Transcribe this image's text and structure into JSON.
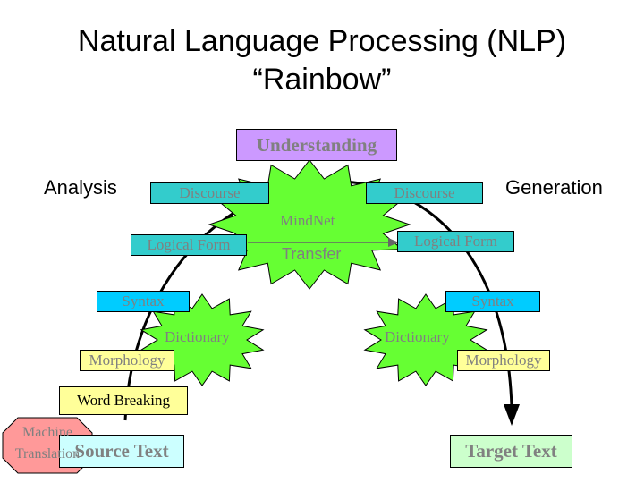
{
  "title": {
    "line1": "Natural Language Processing (NLP)",
    "line2": "“Rainbow”"
  },
  "top": {
    "understanding": "Understanding"
  },
  "sides": {
    "analysis": "Analysis",
    "generation": "Generation"
  },
  "analysis_levels": {
    "discourse": "Discourse",
    "logical_form": "Logical Form",
    "syntax": "Syntax",
    "morphology": "Morphology",
    "word_breaking": "Word Breaking"
  },
  "generation_levels": {
    "discourse": "Discourse",
    "logical_form": "Logical Form",
    "syntax": "Syntax",
    "morphology": "Morphology"
  },
  "center": {
    "mindnet": "MindNet",
    "transfer": "Transfer"
  },
  "dictionaries": {
    "left": "Dictionary",
    "right": "Dictionary"
  },
  "endpoints": {
    "source": "Source Text",
    "target": "Target Text"
  },
  "badge": {
    "line1": "Machine",
    "line2": "Translation"
  },
  "colors": {
    "understanding_fill": "#cc99ff",
    "cyan_fill": "#33cccc",
    "bright_cyan_fill": "#00ccff",
    "yellow_fill": "#ffff99",
    "source_fill": "#ccffff",
    "target_fill": "#ccffcc",
    "starburst_fill": "#66ff33",
    "badge_fill": "#ff9999",
    "muted_text": "#808080"
  }
}
